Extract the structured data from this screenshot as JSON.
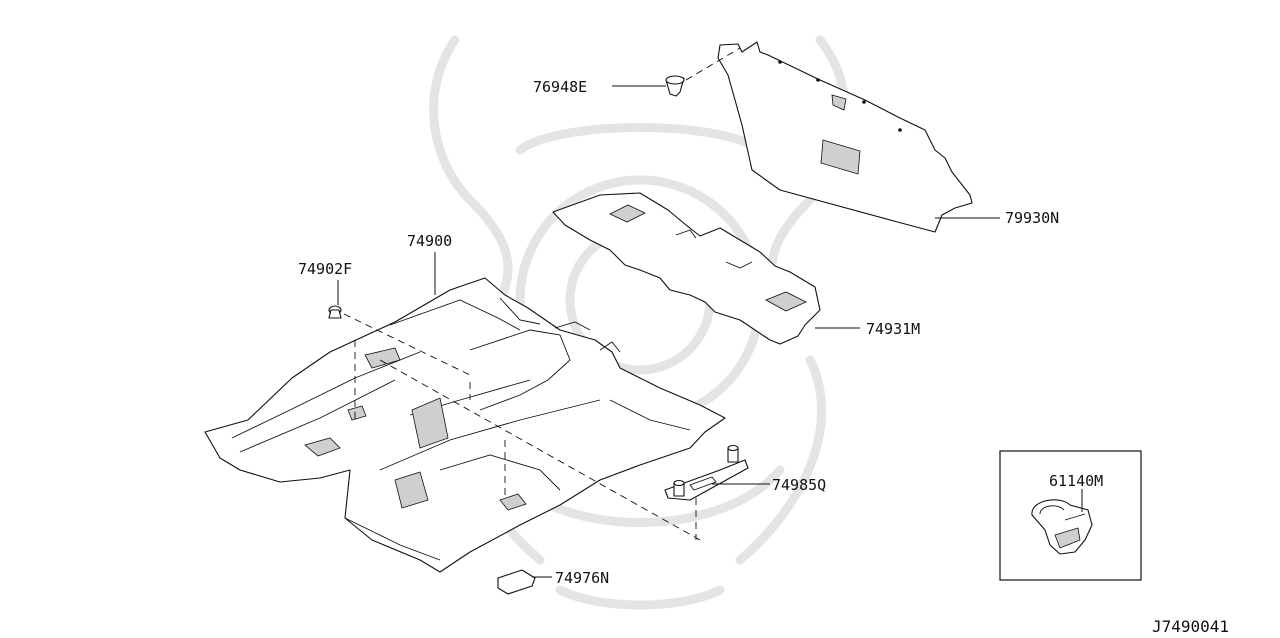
{
  "diagram_id": "J7490041",
  "callouts": {
    "clip_76948E": "76948E",
    "trim_79930N": "79930N",
    "insulator_74931M": "74931M",
    "carpet_74900": "74900",
    "clip_74902F": "74902F",
    "bracket_74985Q": "74985Q",
    "pad_74976N": "74976N",
    "clip_61140M": "61140M"
  }
}
